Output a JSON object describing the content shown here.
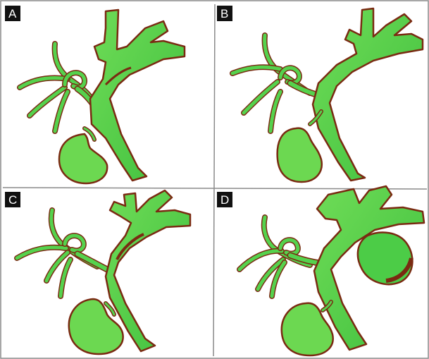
{
  "figure": {
    "panels": [
      {
        "id": "A",
        "label": "A"
      },
      {
        "id": "B",
        "label": "B"
      },
      {
        "id": "C",
        "label": "C"
      },
      {
        "id": "D",
        "label": "D"
      }
    ],
    "colors": {
      "fill": "#55d24d",
      "fill_light": "#8fe36c",
      "outline": "#7a2a12",
      "label_bg": "#111111",
      "label_text": "#ffffff",
      "grid": "#8a8a8a",
      "background": "#ffffff"
    }
  }
}
